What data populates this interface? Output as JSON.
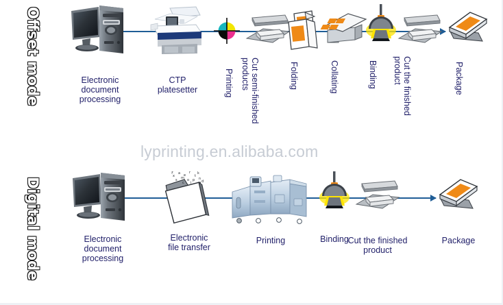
{
  "diagram": {
    "title_watermark": "lyprinting.en.alibaba.com",
    "colors": {
      "flow_line": "#1f5d96",
      "caption_text": "#22216a",
      "accent_orange": "#ef8a17",
      "watermark": "#c7ccd4",
      "mode_label_fill": "#ffffff",
      "mode_label_outline": "#111111"
    },
    "rows": [
      {
        "mode_label": "Offset mode",
        "steps": [
          {
            "label": "Electronic\ndocument\nprocessing",
            "icon": "desktop-computer-icon",
            "orientation": "horizontal"
          },
          {
            "label": "CTP\nplatesetter",
            "icon": "ctp-platesetter-icon",
            "orientation": "horizontal"
          },
          {
            "label": "Printing",
            "icon": "cmyk-registration-target-icon",
            "orientation": "vertical"
          },
          {
            "label": "Cut semi-finished\nproducts",
            "icon": "paper-cutter-icon",
            "orientation": "vertical"
          },
          {
            "label": "Folding",
            "icon": "folded-sheets-icon",
            "orientation": "vertical"
          },
          {
            "label": "Collating",
            "icon": "collating-box-icon",
            "orientation": "vertical"
          },
          {
            "label": "Binding",
            "icon": "binding-lamp-icon",
            "orientation": "vertical"
          },
          {
            "label": "Cut the finished\nproduct",
            "icon": "paper-cutter-icon",
            "orientation": "vertical"
          },
          {
            "label": "Package",
            "icon": "package-book-icon",
            "orientation": "vertical"
          }
        ]
      },
      {
        "mode_label": "Digital mode",
        "steps": [
          {
            "label": "Electronic\ndocument\nprocessing",
            "icon": "desktop-computer-icon",
            "orientation": "horizontal"
          },
          {
            "label": "Electronic\nfile transfer",
            "icon": "file-transfer-folder-icon",
            "orientation": "horizontal"
          },
          {
            "label": "Printing",
            "icon": "digital-press-icon",
            "orientation": "horizontal"
          },
          {
            "label": "Binding",
            "icon": "binding-lamp-icon",
            "orientation": "horizontal"
          },
          {
            "label": "Cut the finished\nproduct",
            "icon": "paper-cutter-icon",
            "orientation": "horizontal"
          },
          {
            "label": "Package",
            "icon": "package-book-icon",
            "orientation": "horizontal"
          }
        ]
      }
    ]
  }
}
